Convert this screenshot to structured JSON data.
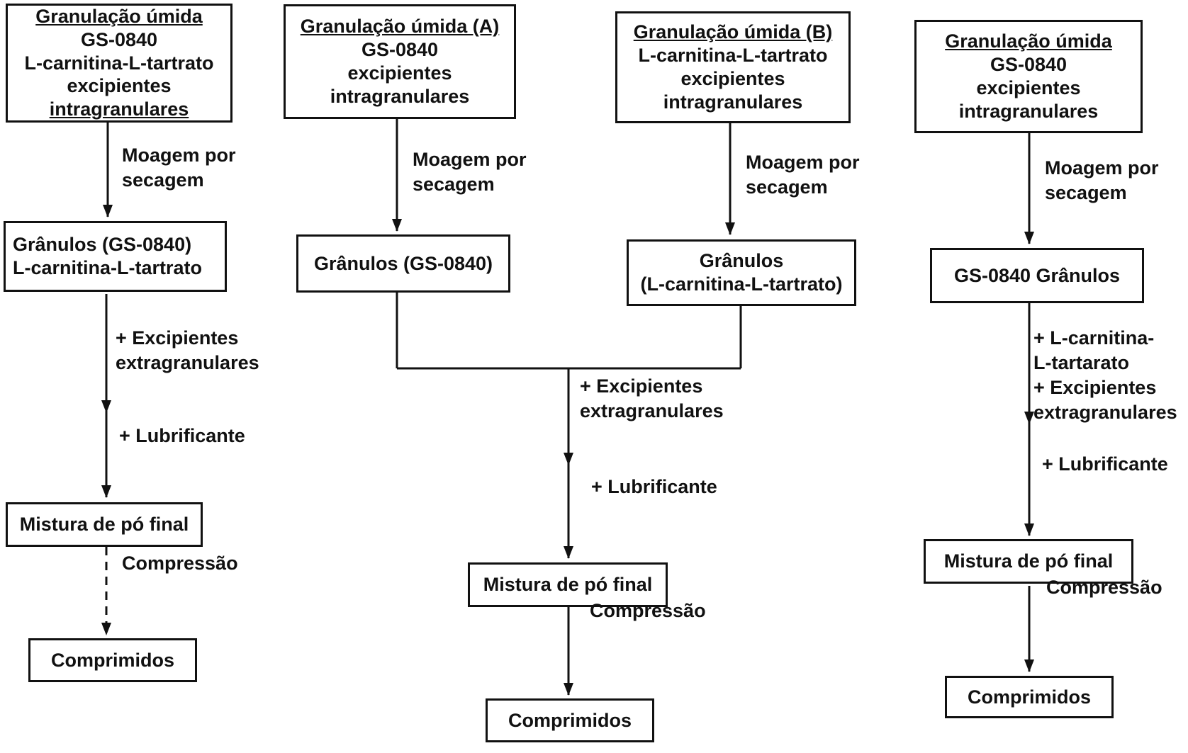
{
  "diagram": {
    "colors": {
      "ink": "#111111",
      "background": "#ffffff"
    },
    "left": {
      "box1": {
        "title": "Granulação úmida",
        "body": "GS-0840\nL-carnitina-L-tartrato\nexcipientes",
        "foot": "intragranulares"
      },
      "arrow1_label": "Moagem por\nsecagem",
      "box2": "Grânulos (GS-0840)\nL-carnitina-L-tartrato",
      "arrow2_label": "+ Excipientes\nextragranulares",
      "arrow3_label": "+ Lubrificante",
      "box3": "Mistura de pó final",
      "arrow4_label": "Compressão",
      "box4": "Comprimidos"
    },
    "middle": {
      "boxA": {
        "title": "Granulação úmida (A)",
        "body": "GS-0840\nexcipientes\nintragranulares"
      },
      "boxB": {
        "title": "Granulação úmida (B)",
        "body": "L-carnitina-L-tartrato\nexcipientes\nintragranulares"
      },
      "arrowA_label": "Moagem por\nsecagem",
      "arrowB_label": "Moagem por\nsecagem",
      "box2a": "Grânulos (GS-0840)",
      "box2b": "Grânulos\n(L-carnitina-L-tartrato)",
      "merge_label1": "+ Excipientes\nextragranulares",
      "merge_label2": "+ Lubrificante",
      "box3": "Mistura de pó final",
      "arrow4_label": "Compressão",
      "box4": "Comprimidos"
    },
    "right": {
      "box1": {
        "title": "Granulação úmida",
        "body": "GS-0840\nexcipientes\nintragranulares"
      },
      "arrow1_label": "Moagem por\nsecagem",
      "box2": "GS-0840 Grânulos",
      "arrow2_label": "+ L-carnitina-\nL-tartarato\n+ Excipientes\nextragranulares",
      "arrow3_label": "+ Lubrificante",
      "box3": "Mistura de pó final",
      "arrow4_label": "Compressão",
      "box4": "Comprimidos"
    }
  }
}
